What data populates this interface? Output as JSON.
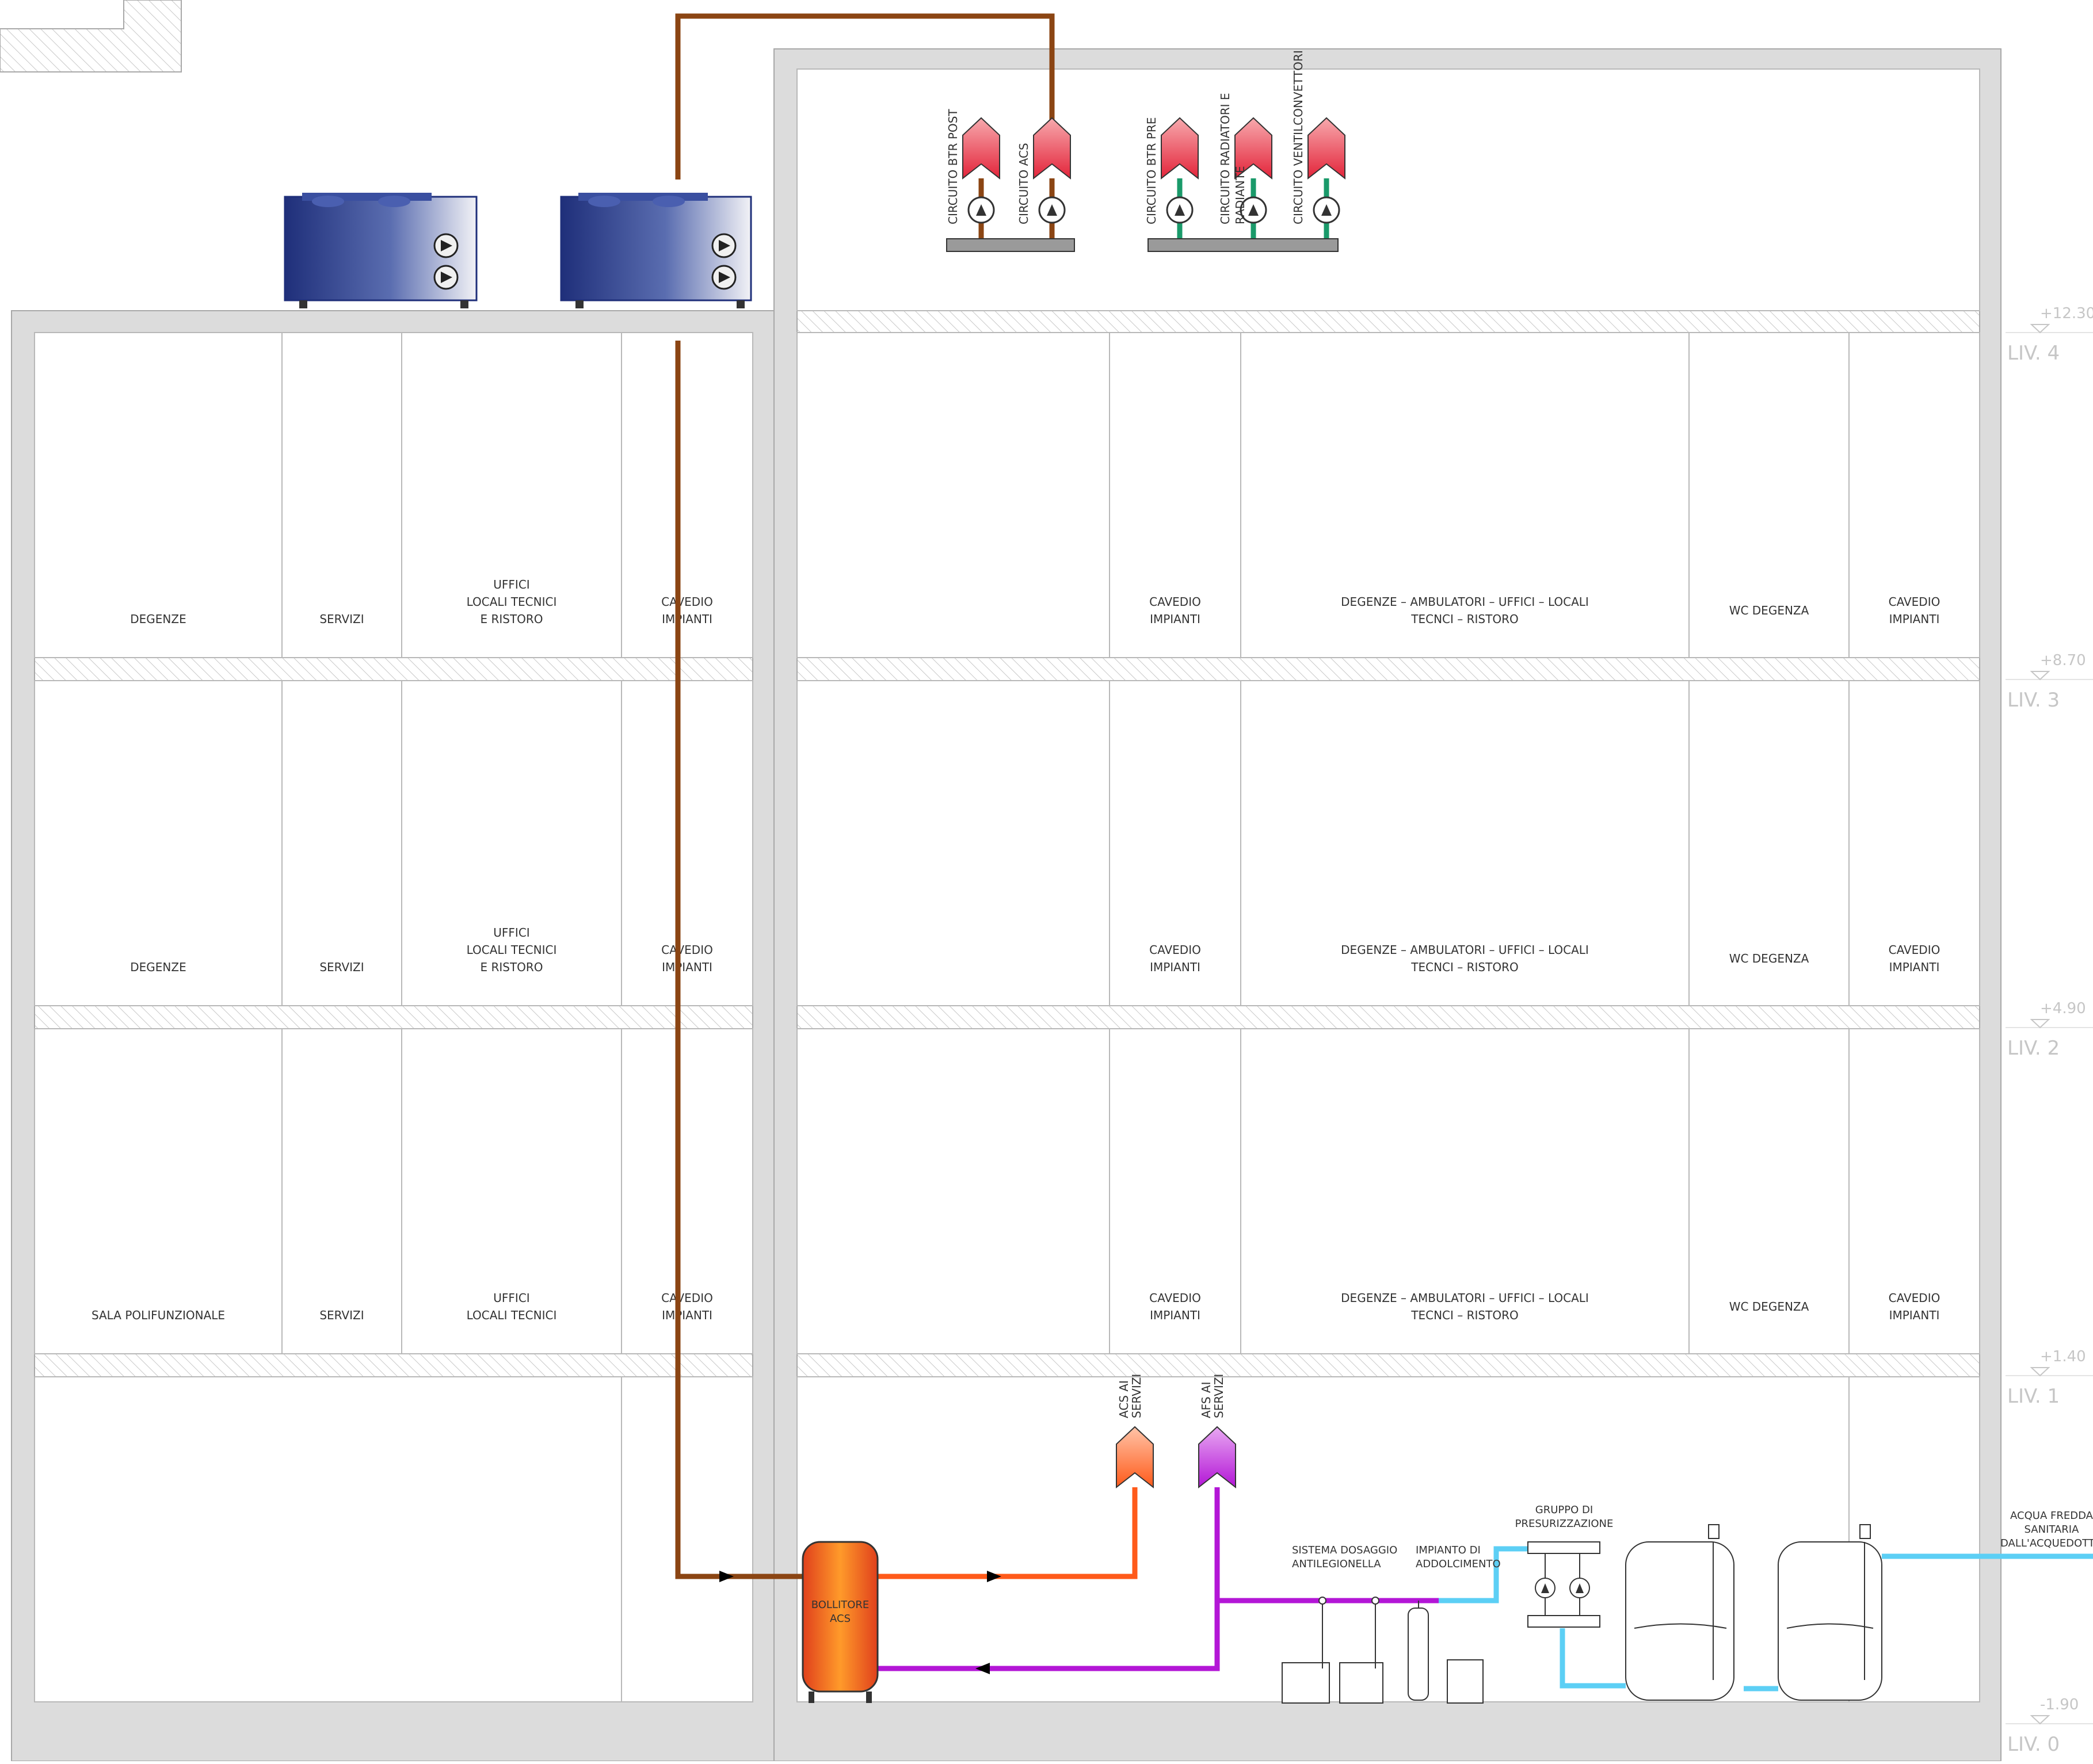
{
  "colors": {
    "wall": "#dcdcdc",
    "wall_edge": "#a8a8a8",
    "room_fill": "#ffffff",
    "room_line": "#b8b8b8",
    "hatch": "#c8c8c8",
    "pipe_btr": "#8b4513",
    "pipe_acs": "#ff5a1a",
    "pipe_afs": "#b316d6",
    "pipe_water": "#5ccff5",
    "pipe_green": "#1a9a6a",
    "arrow_red": "#e83a47",
    "arrow_orange": "#ff6a3c",
    "arrow_purple": "#b316d6",
    "unit_blue": "#2a3f8f",
    "boiler": "#ff5a1a",
    "level_text": "#c6c6c6"
  },
  "rooms": {
    "left": {
      "floor4": [
        "DEGENZE",
        "SERVIZI",
        "UFFICI\nLOCALI TECNICI\nE RISTORO",
        "CAVEDIO\nIMPIANTI"
      ],
      "floor3": [
        "DEGENZE",
        "SERVIZI",
        "UFFICI\nLOCALI TECNICI\nE RISTORO",
        "CAVEDIO\nIMPIANTI"
      ],
      "floor2": [
        "SALA POLIFUNZIONALE",
        "SERVIZI",
        "UFFICI\nLOCALI TECNICI",
        "CAVEDIO\nIMPIANTI"
      ]
    },
    "right": {
      "floor4": [
        "CAVEDIO\nIMPIANTI",
        "DEGENZE  –  AMBULATORI  –  UFFICI  –  LOCALI\nTECNCI  –   RISTORO",
        "WC DEGENZA",
        "CAVEDIO\nIMPIANTI"
      ],
      "floor3": [
        "CAVEDIO\nIMPIANTI",
        "DEGENZE  –  AMBULATORI  –  UFFICI  –  LOCALI\nTECNCI  –   RISTORO",
        "WC DEGENZA",
        "CAVEDIO\nIMPIANTI"
      ],
      "floor2": [
        "CAVEDIO\nIMPIANTI",
        "DEGENZE  –  AMBULATORI  –  UFFICI  –  LOCALI\nTECNCI  –   RISTORO",
        "WC DEGENZA",
        "CAVEDIO\nIMPIANTI"
      ]
    }
  },
  "levels": [
    {
      "elev": "+12.30",
      "name": "LIV. 4"
    },
    {
      "elev": "+8.70",
      "name": "LIV. 3"
    },
    {
      "elev": "+4.90",
      "name": "LIV. 2"
    },
    {
      "elev": "+1.40",
      "name": "LIV. 1"
    },
    {
      "elev": "-1.90",
      "name": "LIV. 0"
    }
  ],
  "circuits": [
    {
      "label": "CIRCUITO BTR POST",
      "pipe": "btr"
    },
    {
      "label": "CIRCUITO ACS",
      "pipe": "btr"
    },
    {
      "label": "CIRCUITO BTR PRE",
      "pipe": "green"
    },
    {
      "label": "CIRCUITO RADIATORI E\nRADIANTE",
      "pipe": "green"
    },
    {
      "label": "CIRCUITO VENTILCONVETTORI",
      "pipe": "green"
    }
  ],
  "equipment": {
    "acs_out": "ACS AI\nSERVIZI",
    "afs_out": "AFS AI\nSERVIZI",
    "boiler": "BOLLITORE\nACS",
    "dosing": "SISTEMA DOSAGGIO\nANTILEGIONELLA",
    "softener": "IMPIANTO DI\nADDOLCIMENTO",
    "pressure": "GRUPPO DI\nPRESURIZZAZIONE",
    "supply": "ACQUA FREDDA\nSANITARIA\nDALL'ACQUEDOTTO"
  }
}
